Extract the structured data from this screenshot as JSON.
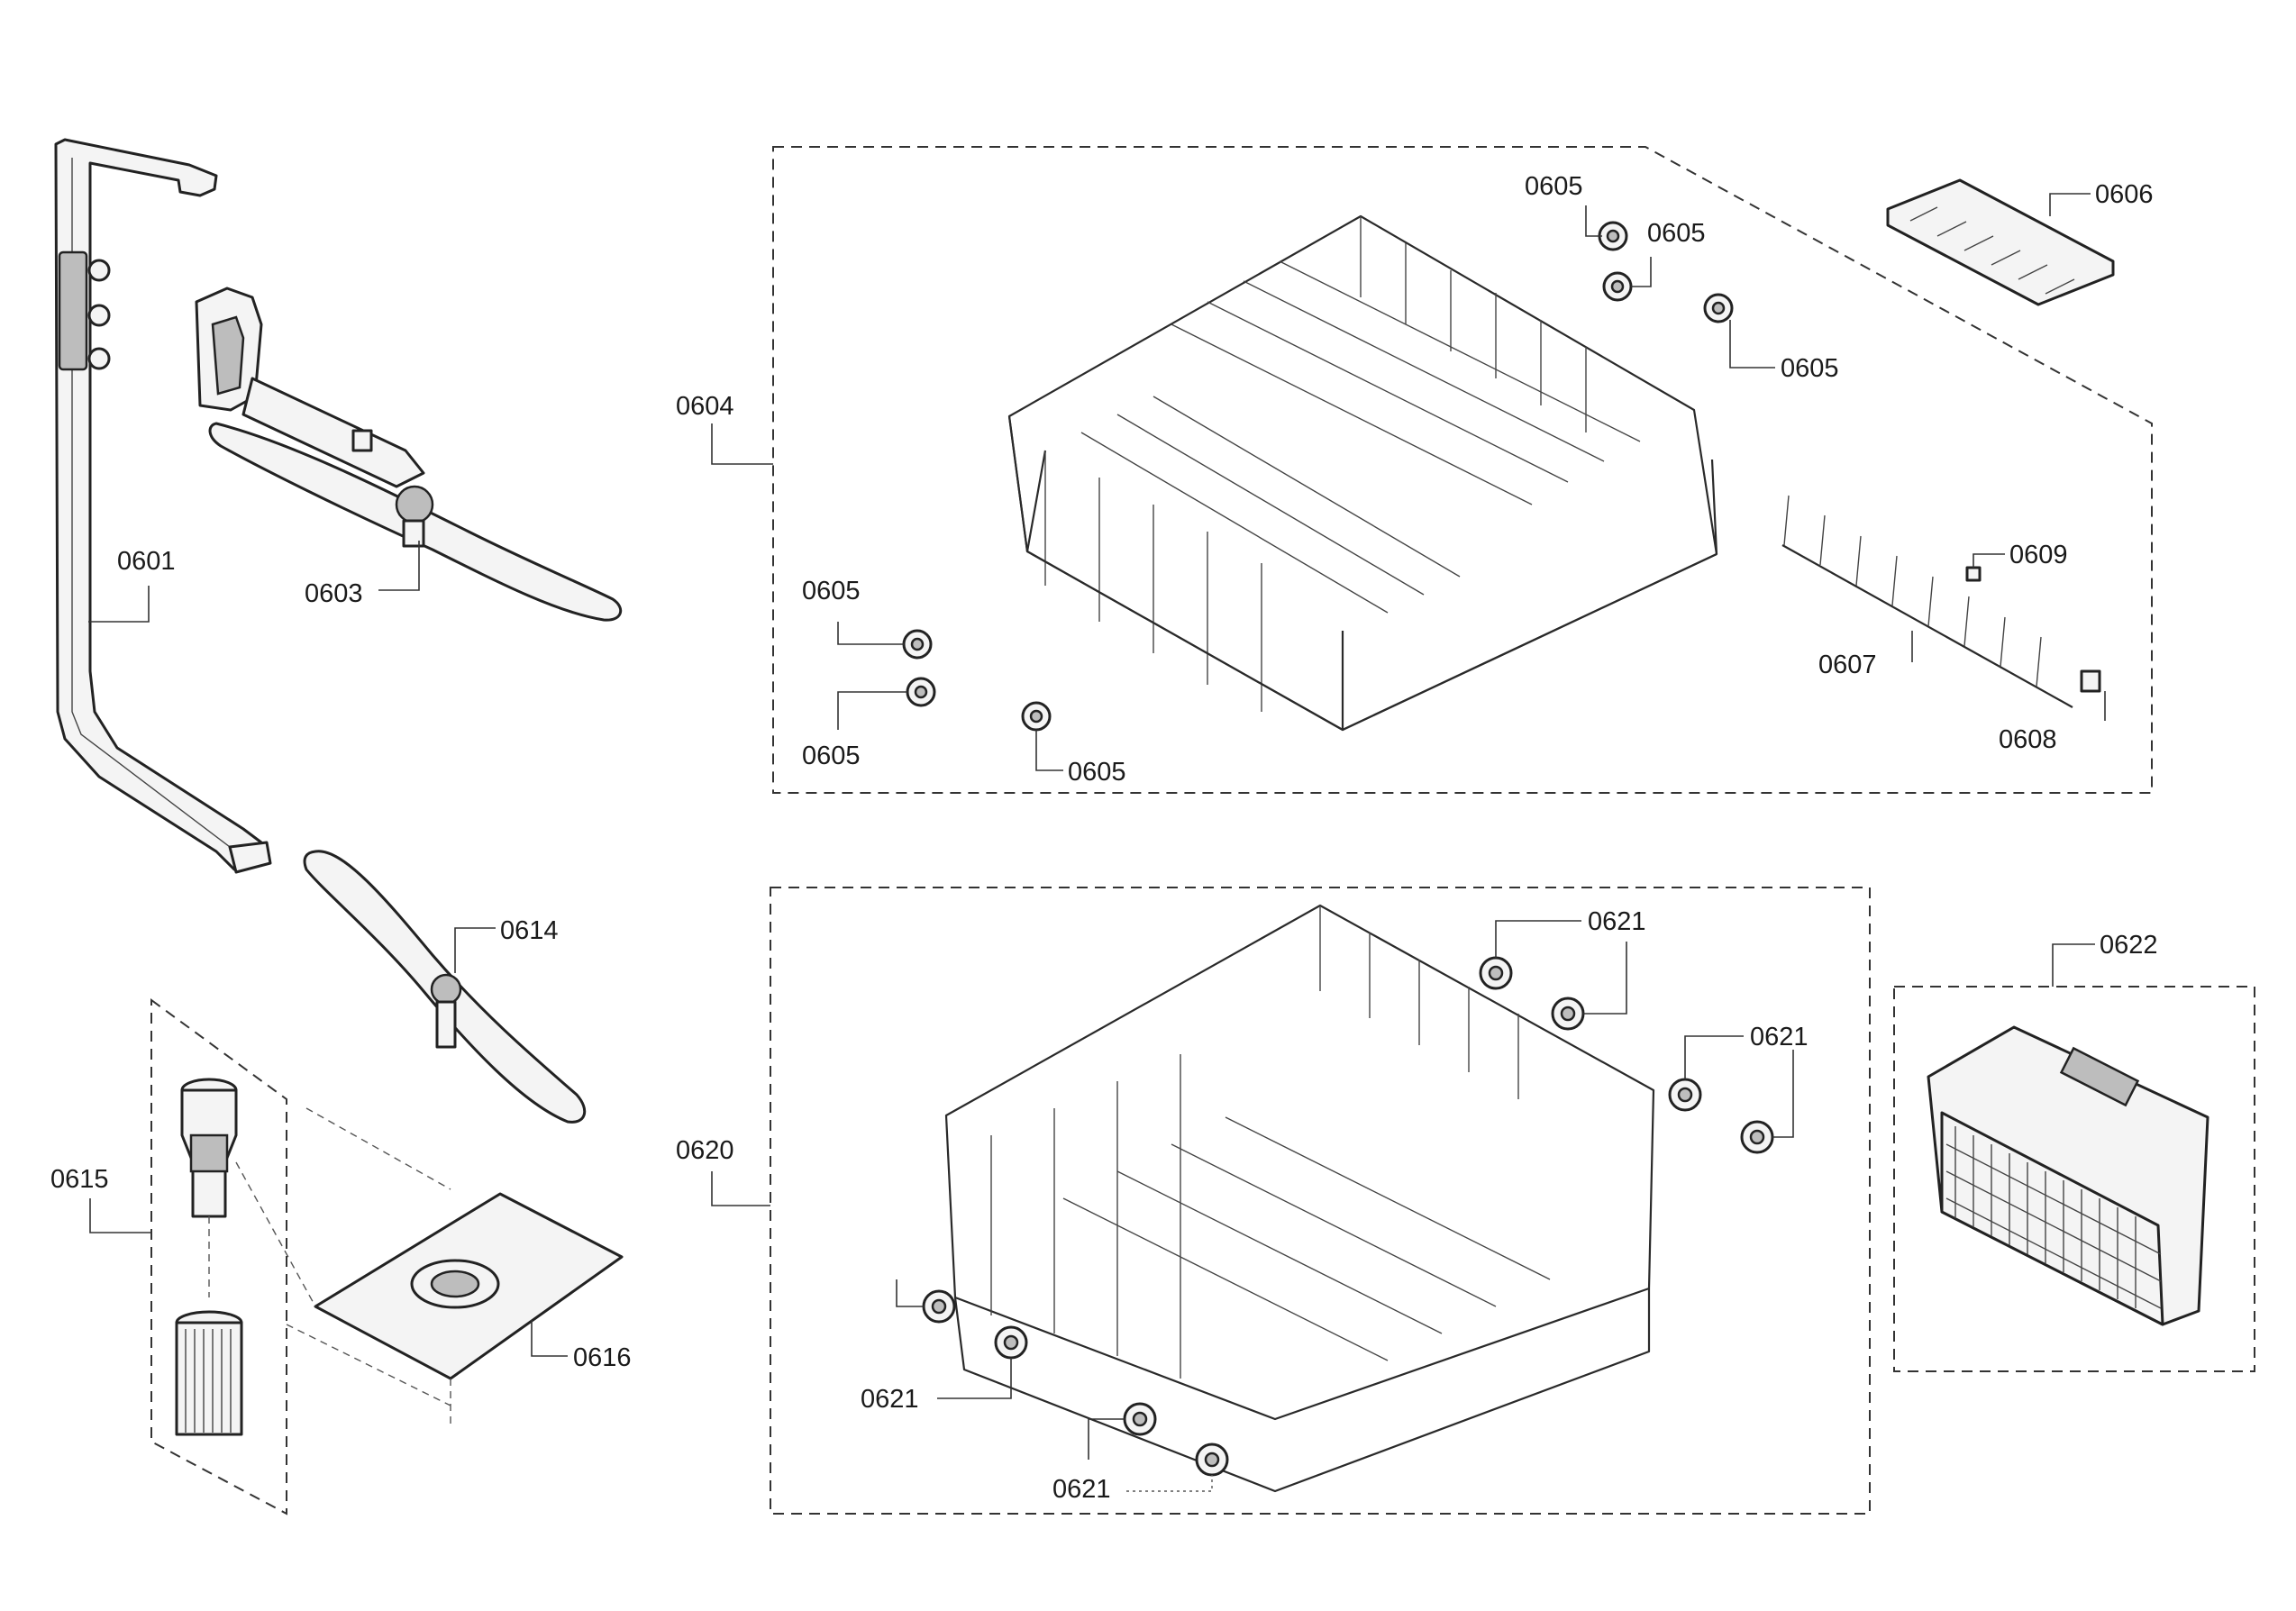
{
  "labels": {
    "p0601": "0601",
    "p0603": "0603",
    "p0604": "0604",
    "p0605_a": "0605",
    "p0605_b": "0605",
    "p0605_c": "0605",
    "p0605_d": "0605",
    "p0605_e": "0605",
    "p0605_f": "0605",
    "p0606": "0606",
    "p0607": "0607",
    "p0608": "0608",
    "p0609": "0609",
    "p0614": "0614",
    "p0615": "0615",
    "p0616": "0616",
    "p0620": "0620",
    "p0621_a": "0621",
    "p0621_b": "0621",
    "p0621_c": "0621",
    "p0621_d": "0621",
    "p0622": "0622"
  },
  "colors": {
    "line": "#222222",
    "background": "#ffffff"
  }
}
